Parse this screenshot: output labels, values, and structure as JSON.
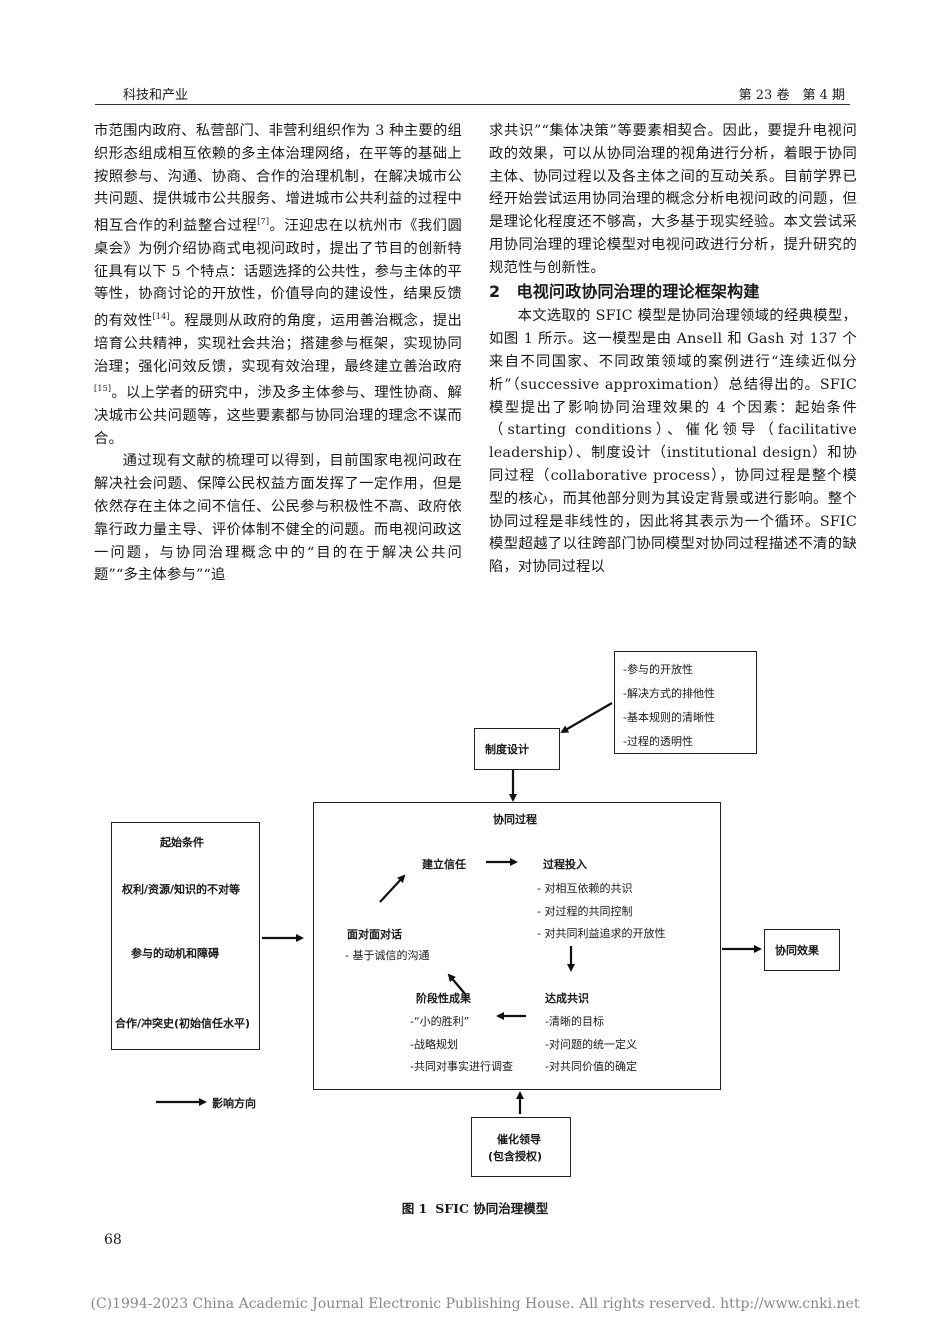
{
  "header": {
    "left": "科技和产业",
    "right": "第 23 卷　第 4 期"
  },
  "left_column": {
    "p1_a": "市范围内政府、私营部门、非营利组织作为 3 种主要的组织形态组成相互依赖的多主体治理网络，在平等的基础上按照参与、沟通、协商、合作的治理机制，在解决城市公共问题、提供城市公共服务、增进城市公共利益的过程中相互合作的利益整合过程",
    "p1_ref1": "[7]",
    "p1_b": "。汪迎忠在以杭州市《我们圆桌会》为例介绍协商式电视问政时，提出了节目的创新特征具有以下 5 个特点：话题选择的公共性，参与主体的平等性，协商讨论的开放性，价值导向的建设性，结果反馈的有效性",
    "p1_ref2": "[14]",
    "p1_c": "。程晟则从政府的角度，运用善治概念，提出培育公共精神，实现社会共治；搭建参与框架，实现协同治理；强化问效反馈，实现有效治理，最终建立善治政府",
    "p1_ref3": "[15]",
    "p1_d": "。以上学者的研究中，涉及多主体参与、理性协商、解决城市公共问题等，这些要素都与协同治理的理念不谋而合。",
    "p2": "通过现有文献的梳理可以得到，目前国家电视问政在解决社会问题、保障公民权益方面发挥了一定作用，但是依然存在主体之间不信任、公民参与积极性不高、政府依靠行政力量主导、评价体制不健全的问题。而电视问政这一问题，与协同治理概念中的“目的在于解决公共问题”“多主体参与”“追"
  },
  "right_column": {
    "p1": "求共识”“集体决策”等要素相契合。因此，要提升电视问政的效果，可以从协同治理的视角进行分析，着眼于协同主体、协同过程以及各主体之间的互动关系。目前学界已经开始尝试运用协同治理的概念分析电视问政的问题，但是理论化程度还不够高，大多基于现实经验。本文尝试采用协同治理的理论模型对电视问政进行分析，提升研究的规范性与创新性。",
    "heading": "2　电视问政协同治理的理论框架构建",
    "p2": "本文选取的 SFIC 模型是协同治理领域的经典模型，如图 1 所示。这一模型是由 Ansell 和 Gash 对 137 个来自不同国家、不同政策领域的案例进行“连续近似分析”（successive approximation）总结得出的。SFIC 模型提出了影响协同治理效果的 4 个因素：起始条件（starting conditions）、催化领导（facilitative leadership）、制度设计（institutional design）和协同过程（collaborative process），协同过程是整个模型的核心，而其他部分则为其设定背景或进行影响。整个协同过程是非线性的，因此将其表示为一个循环。SFIC 模型超越了以往跨部门协同模型对协同过程描述不清的缺陷，对协同过程以"
  },
  "figure": {
    "institutional_list": [
      "-参与的开放性",
      "-解决方式的排他性",
      "-基本规则的清晰性",
      "-过程的透明性"
    ],
    "institutional_design": "制度设计",
    "collab_title": "协同过程",
    "starting_title": "起始条件",
    "starting_item1": "权利/资源/知识的不对等",
    "starting_item2": "参与的动机和障碍",
    "starting_item3": "合作/冲突史(初始信任水平)",
    "trust": "建立信任",
    "commitment_title": "过程投入",
    "commitment_items": [
      "- 对相互依赖的共识",
      "- 对过程的共同控制",
      "- 对共同利益追求的开放性"
    ],
    "dialogue_title": "面对面对话",
    "dialogue_item": "- 基于诚信的沟通",
    "outcomes_title": "阶段性成果",
    "outcomes_items": [
      "-“小的胜利”",
      "-战略规划",
      "-共同对事实进行调查"
    ],
    "understanding_title": "达成共识",
    "understanding_items": [
      "-清晰的目标",
      "-对问题的统一定义",
      "-对共同价值的确定"
    ],
    "effect": "协同效果",
    "leadership_line1": "催化领导",
    "leadership_line2": "(包含授权)",
    "legend": "影响方向"
  },
  "caption": {
    "label": "图 1",
    "title": "SFIC 协同治理模型"
  },
  "page_number": "68",
  "footer": "(C)1994-2023 China Academic Journal Electronic Publishing House. All rights reserved.    http://www.cnki.net"
}
